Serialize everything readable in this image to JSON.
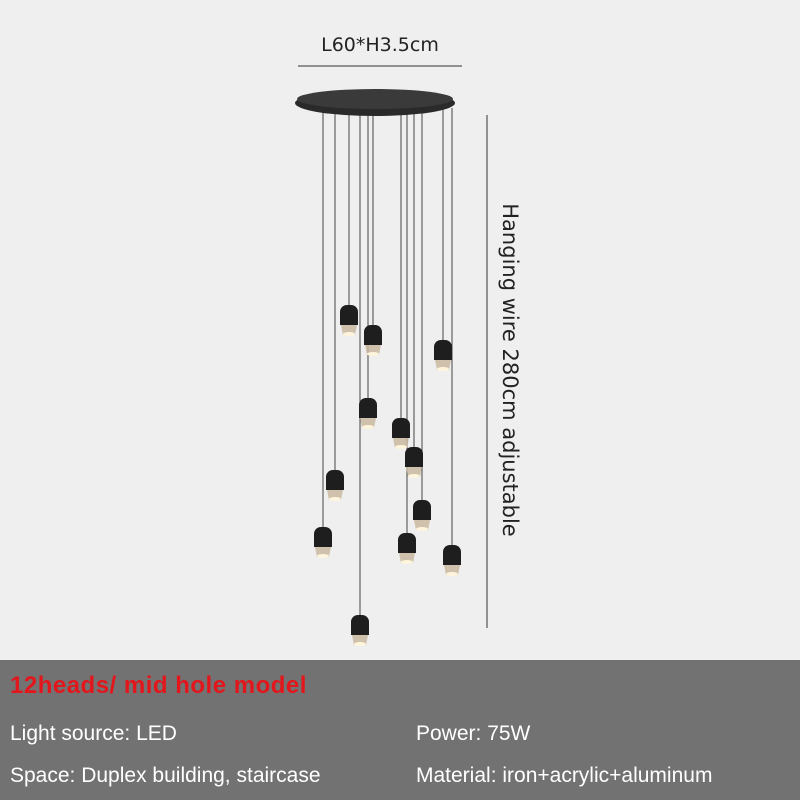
{
  "dimensions": {
    "canopy": "L60*H3.5cm",
    "wire": "Hanging wire 280cm adjustable"
  },
  "product": {
    "title": "12heads/ mid hole model",
    "title_color": "#e3161c",
    "specs": {
      "light_source": "Light source: LED",
      "power": "Power: 75W",
      "space": "Space: Duplex building, staircase",
      "material": "Material:  iron+acrylic+aluminum"
    }
  }
}
